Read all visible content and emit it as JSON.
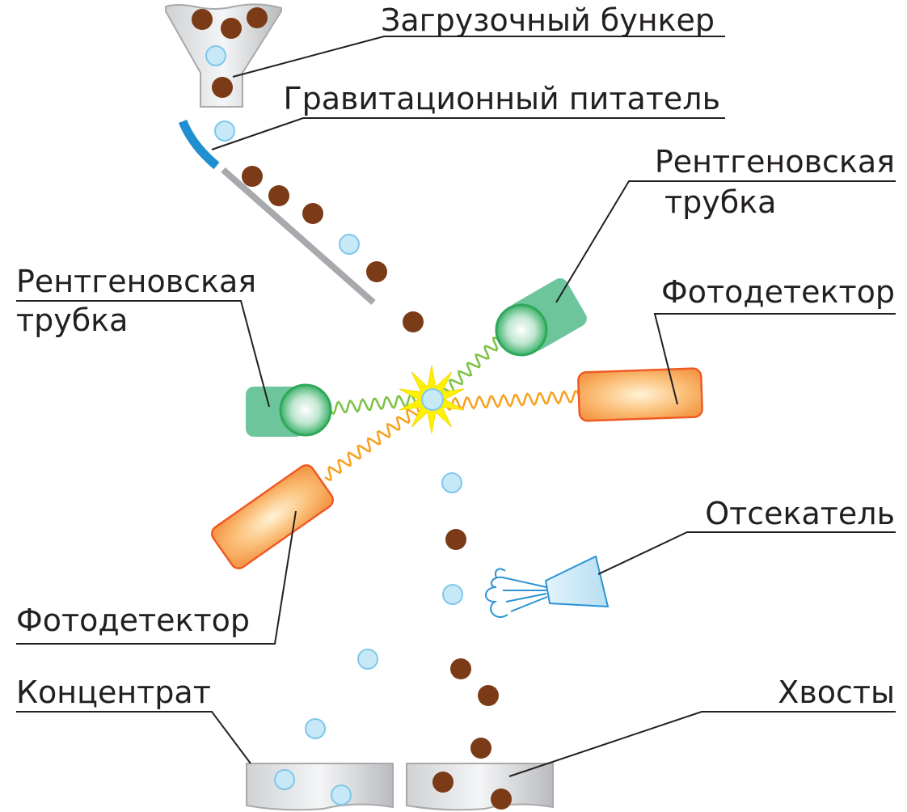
{
  "labels": {
    "hopper": "Загрузочный бункер",
    "feeder": "Гравитационный питатель",
    "xray_tube_right_line1": "Рентгеновская",
    "xray_tube_right_line2": "трубка",
    "xray_tube_left_line1": "Рентгеновская",
    "xray_tube_left_line2": "трубка",
    "photodetector_right": "Фотодетектор",
    "photodetector_left": "Фотодетектор",
    "ejector": "Отсекатель",
    "concentrate": "Концентрат",
    "tailings": "Хвосты"
  },
  "colors": {
    "ore_particle": "#7a3b16",
    "mineral_particle": "#c7e8f7",
    "mineral_outline": "#7fc8ea",
    "feeder_blue": "#1f8fd0",
    "chute_gray": "#a7a9ac",
    "xray_tube": "#6cc59b",
    "detector_orange": "#f7a24b",
    "detector_outline": "#ef5a24",
    "xray_wave": "#7cc142",
    "detector_wave": "#f7a01d",
    "flash": "#fff200",
    "text": "#231f20"
  },
  "icons": {
    "hopper": "hopper-funnel-icon",
    "ejector": "air-nozzle-icon",
    "flash": "x-ray-flash-icon"
  }
}
